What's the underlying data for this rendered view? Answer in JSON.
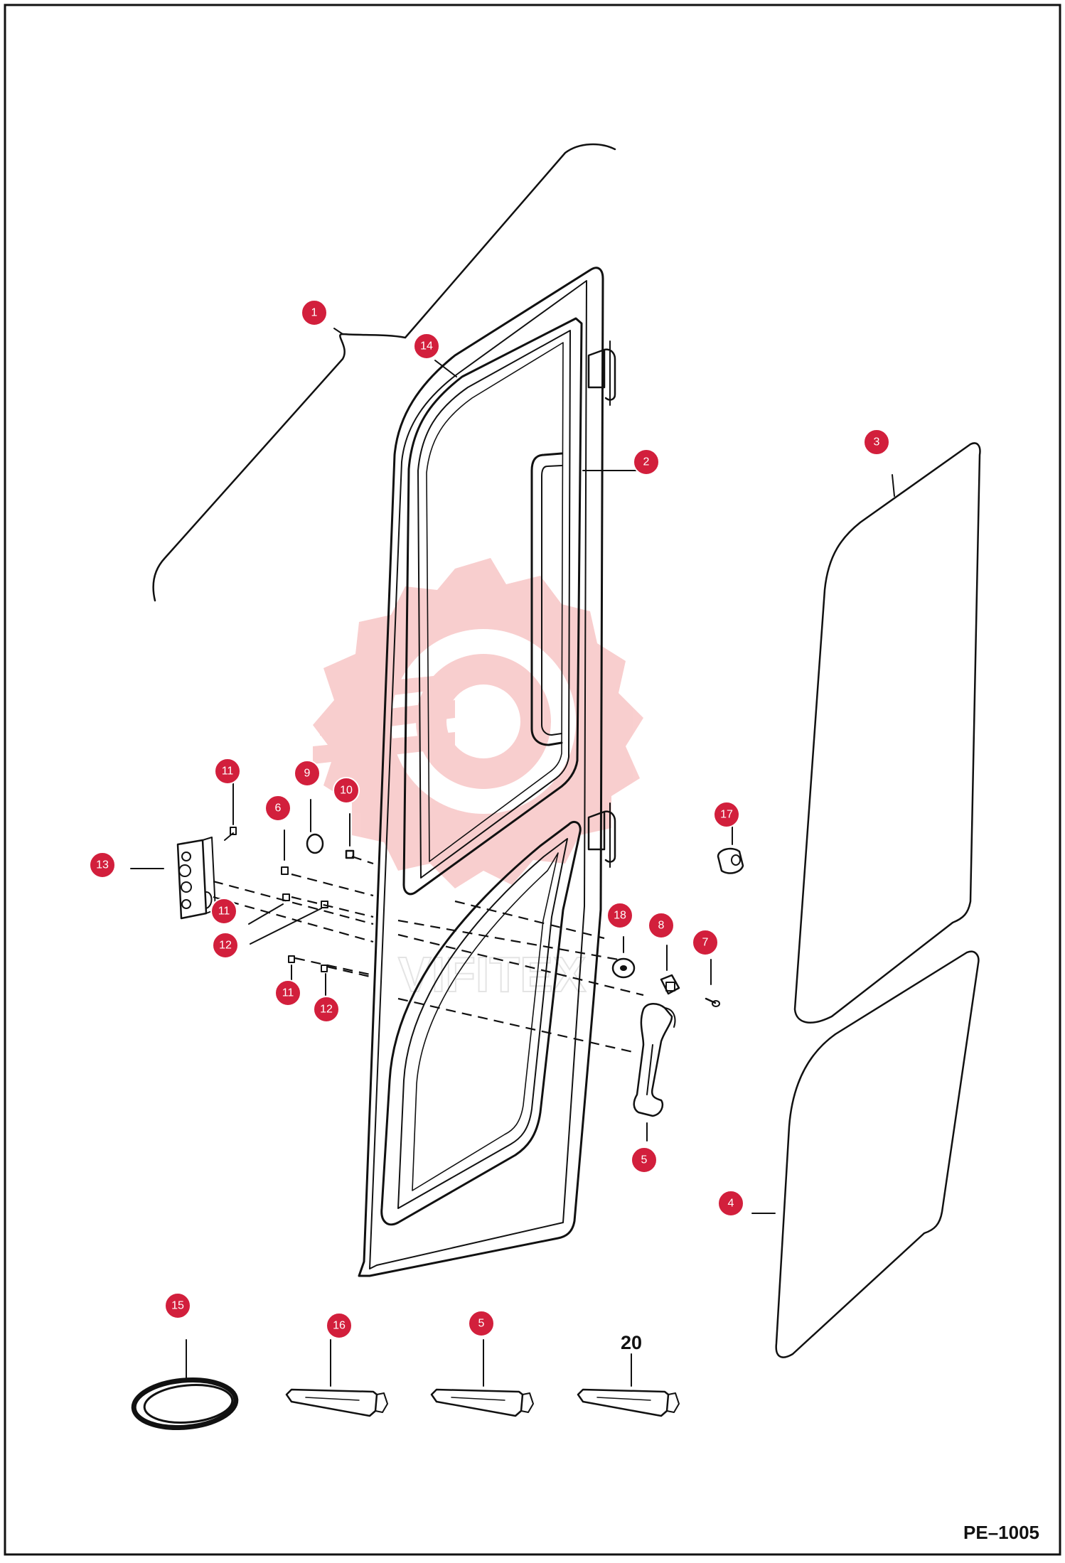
{
  "diagram": {
    "drawing_code": "PE–1005",
    "watermark_text": "VIFITEX",
    "colors": {
      "badge": "#d21f3c",
      "line": "#111111",
      "watermark": "#f2a7a7"
    },
    "callouts": [
      {
        "id": "c1",
        "num": "1"
      },
      {
        "id": "c14",
        "num": "14"
      },
      {
        "id": "c2",
        "num": "2"
      },
      {
        "id": "c3",
        "num": "3"
      },
      {
        "id": "c11a",
        "num": "11"
      },
      {
        "id": "c9",
        "num": "9"
      },
      {
        "id": "c10",
        "num": "10"
      },
      {
        "id": "c6",
        "num": "6"
      },
      {
        "id": "c17",
        "num": "17"
      },
      {
        "id": "c13",
        "num": "13"
      },
      {
        "id": "c11b",
        "num": "11"
      },
      {
        "id": "c12a",
        "num": "12"
      },
      {
        "id": "c18",
        "num": "18"
      },
      {
        "id": "c8",
        "num": "8"
      },
      {
        "id": "c7",
        "num": "7"
      },
      {
        "id": "c11c",
        "num": "11"
      },
      {
        "id": "c12b",
        "num": "12"
      },
      {
        "id": "c5a",
        "num": "5"
      },
      {
        "id": "c4",
        "num": "4"
      },
      {
        "id": "c15",
        "num": "15"
      },
      {
        "id": "c16",
        "num": "16"
      },
      {
        "id": "c5b",
        "num": "5"
      }
    ],
    "printed_labels": {
      "tube_20": "20"
    }
  }
}
